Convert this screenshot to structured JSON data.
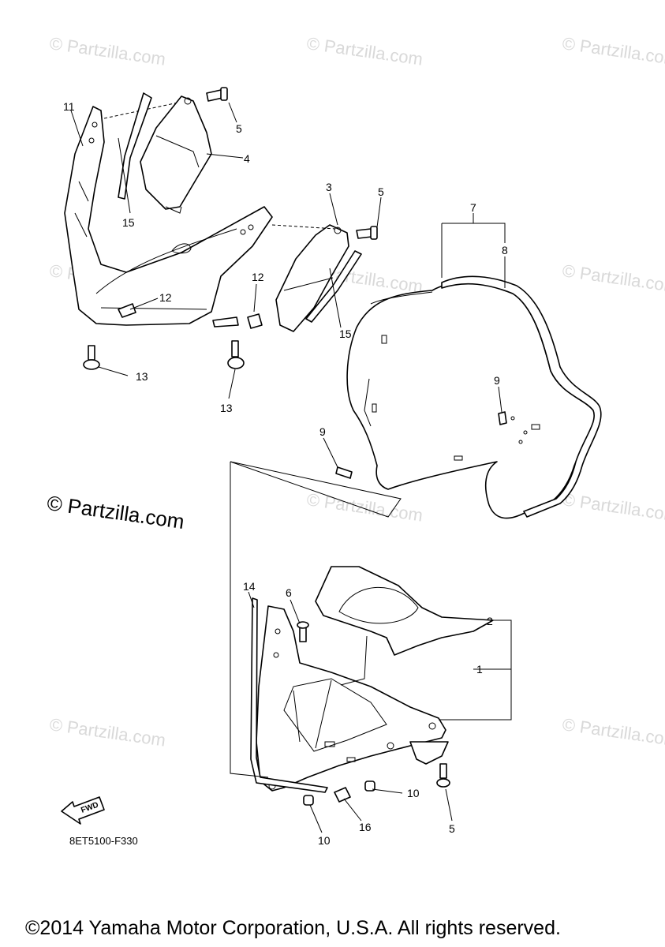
{
  "watermark_text": "© Partzilla.com",
  "diagram_code": "8ET5100-F330",
  "copyright": "©2014 Yamaha Motor Corporation, U.S.A. All rights reserved.",
  "fwd_label": "FWD",
  "callouts": [
    "1",
    "2",
    "3",
    "4",
    "5",
    "6",
    "7",
    "8",
    "9",
    "10",
    "11",
    "12",
    "13",
    "14",
    "15",
    "16"
  ]
}
